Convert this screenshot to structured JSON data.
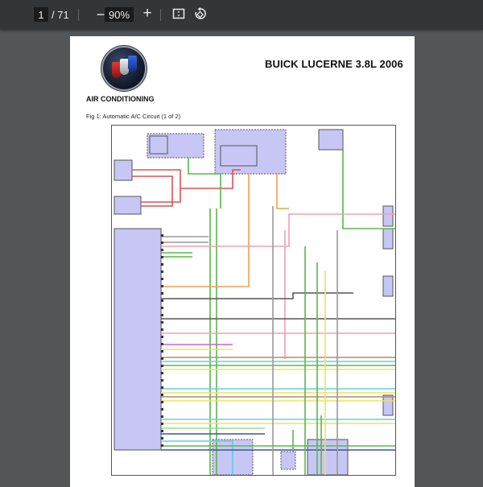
{
  "toolbar": {
    "current_page": "1",
    "total_pages": "/ 71",
    "zoom_out_icon": "−",
    "zoom_level": "90%",
    "zoom_in_icon": "+",
    "fit_icon": "fit-to-page-icon",
    "rotate_icon": "rotate-icon"
  },
  "document": {
    "title": "BUICK LUCERNE 3.8L 2006",
    "section": "AIR CONDITIONING",
    "figure_caption": "Fig 1: Automatic A/C Circuit (1 of 2)",
    "logo": "buick-tri-shield-logo"
  },
  "diagram": {
    "wire_colors": {
      "red": "#e05050",
      "green": "#58b84a",
      "orange": "#f0a050",
      "pink": "#f0a0b0",
      "gray": "#9a9a9a",
      "dark_gray": "#555555",
      "violet": "#d060d0",
      "yellow": "#f0e060",
      "light_blue": "#60d0e0",
      "tan": "#b09060",
      "dark_blue": "#4050a0",
      "light_green": "#90e090"
    },
    "component_fill": "#c8c6f5"
  }
}
